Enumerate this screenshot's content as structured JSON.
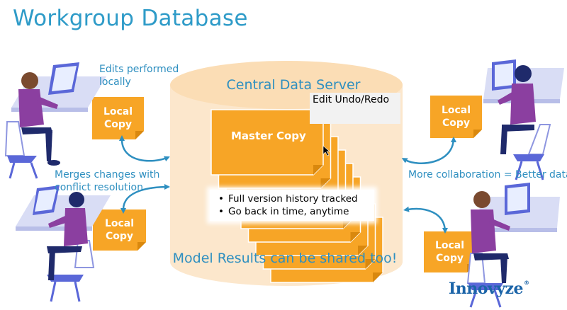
{
  "title": "Workgroup Database",
  "notes": {
    "edits": [
      "Edits performed",
      "locally"
    ],
    "merges": [
      "Merges changes with",
      "conflict resolution"
    ],
    "collab": "More collaboration = Better data"
  },
  "server": {
    "title": "Central Data Server",
    "master_label": "Master Copy",
    "undo_label": "Edit Undo/Redo",
    "bullets": [
      "Full version history tracked",
      "Go back in time, anytime"
    ],
    "model_results": "Model Results can be shared too!"
  },
  "local_copy": [
    "Local",
    "Copy"
  ],
  "logo": {
    "text": "Innovyze",
    "mark": "®"
  },
  "colors": {
    "accent": "#2E9BC8",
    "orange": "#F7A526",
    "server_fill": "#FCE7CC",
    "purple": "#8B3FA0"
  },
  "icons": [
    "undo-icon",
    "redo-icon",
    "redo-dropdown-icon",
    "workstation-illustration",
    "curved-arrow"
  ]
}
